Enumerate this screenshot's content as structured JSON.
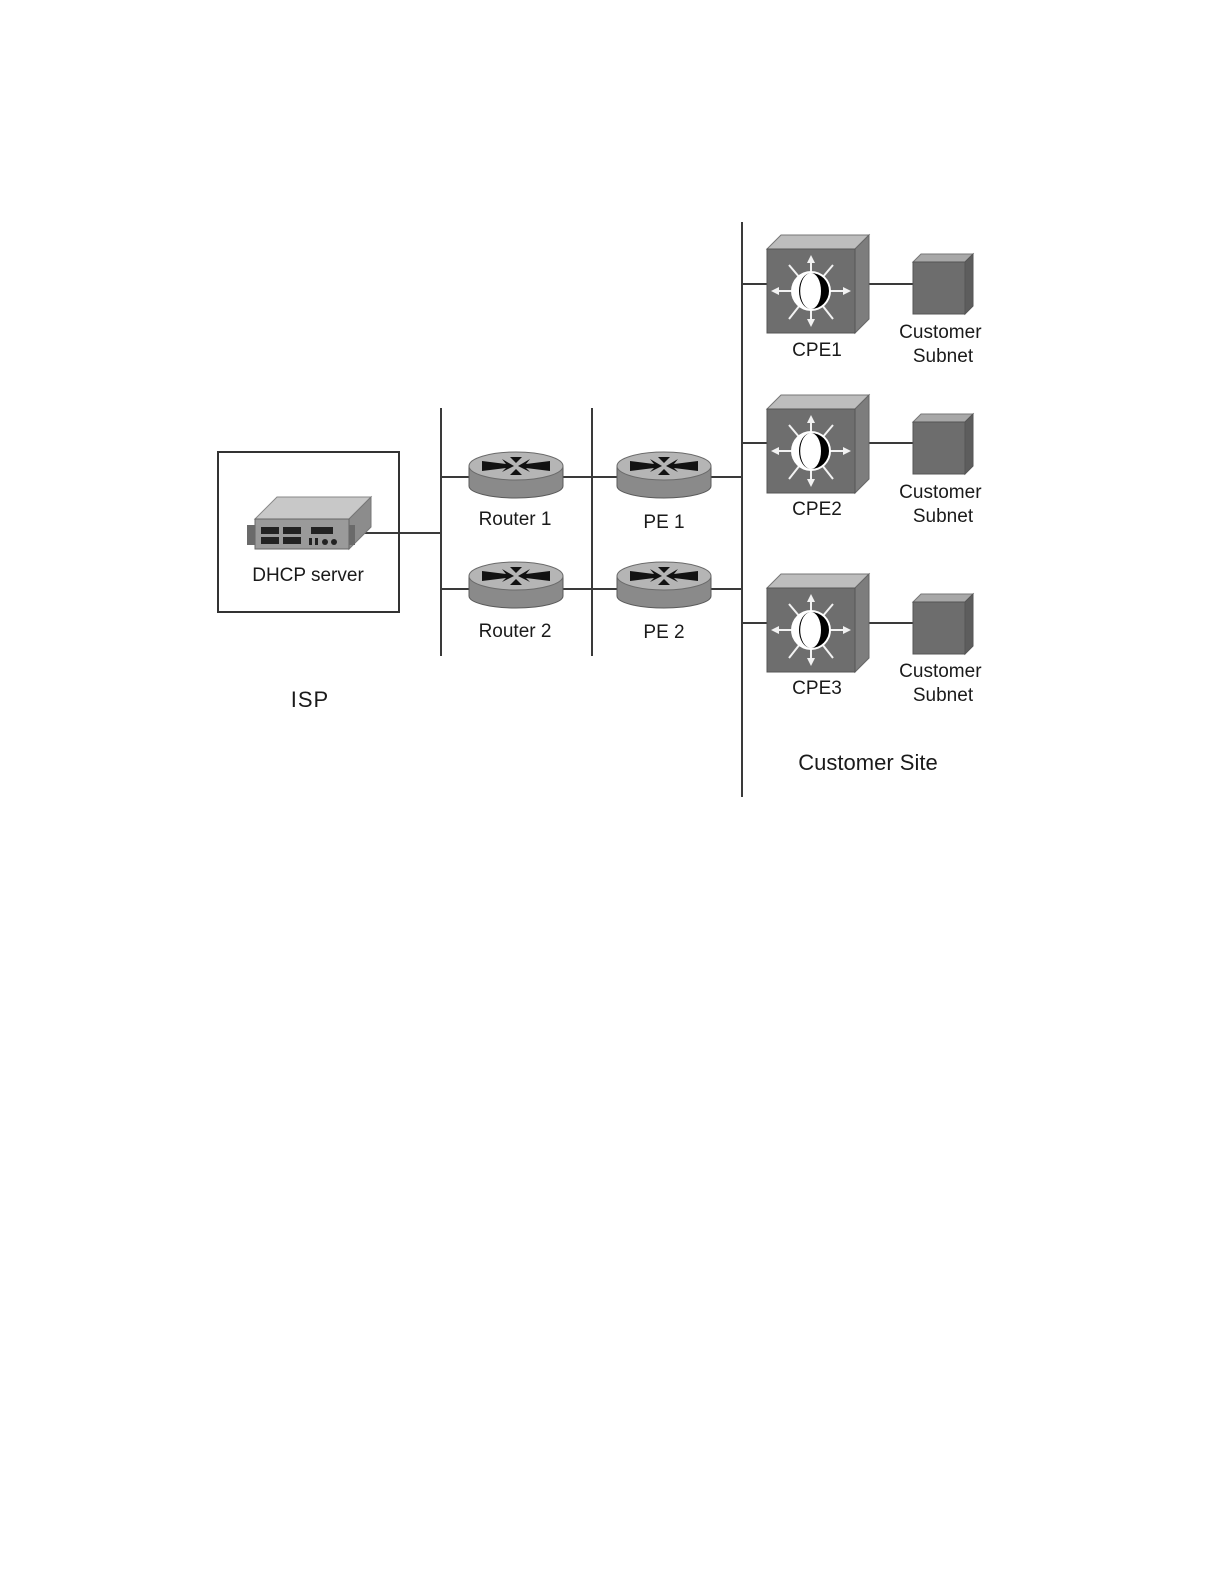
{
  "isp": {
    "label": "ISP",
    "dhcp_server": {
      "label": "DHCP server",
      "icon": "server-icon"
    }
  },
  "routers": [
    {
      "label": "Router 1",
      "icon": "router-icon"
    },
    {
      "label": "Router 2",
      "icon": "router-icon"
    }
  ],
  "provider_edges": [
    {
      "label": "PE 1",
      "icon": "router-icon"
    },
    {
      "label": "PE 2",
      "icon": "router-icon"
    }
  ],
  "customer_site": {
    "label": "Customer Site",
    "cpes": [
      {
        "label": "CPE1",
        "icon": "multilayer-switch-icon",
        "subnet_line1": "Customer",
        "subnet_line2": "Subnet"
      },
      {
        "label": "CPE2",
        "icon": "multilayer-switch-icon",
        "subnet_line1": "Customer",
        "subnet_line2": "Subnet"
      },
      {
        "label": "CPE3",
        "icon": "multilayer-switch-icon",
        "subnet_line1": "Customer",
        "subnet_line2": "Subnet"
      }
    ]
  }
}
